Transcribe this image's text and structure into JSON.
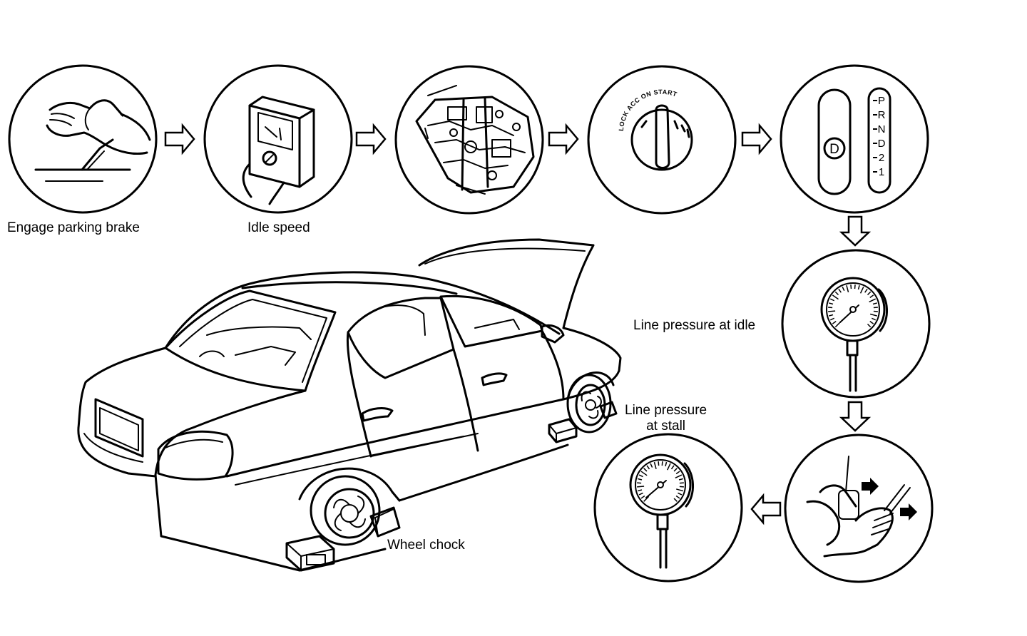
{
  "labels": {
    "engage_parking_brake": "Engage parking brake",
    "idle_speed": "Idle speed",
    "line_pressure_idle": "Line pressure at idle",
    "line_pressure_stall_line1": "Line pressure",
    "line_pressure_stall_line2": "at stall",
    "wheel_chock": "Wheel chock"
  },
  "ignition_switch_text": "LOCK ACC ON START",
  "selector_positions": [
    "P",
    "R",
    "N",
    "D",
    "2",
    "1"
  ],
  "selected_gear": "D",
  "colors": {
    "line": "#000000",
    "background": "#ffffff"
  },
  "icons": [
    "parking-brake-hand-icon",
    "tachometer-icon",
    "throttle-body-icon",
    "ignition-switch-icon",
    "gear-selector-icon",
    "pressure-gauge-icon",
    "pedals-icon",
    "car-icon",
    "wheel-chock-icon",
    "arrow-right-icon",
    "arrow-down-icon",
    "arrow-left-icon"
  ]
}
